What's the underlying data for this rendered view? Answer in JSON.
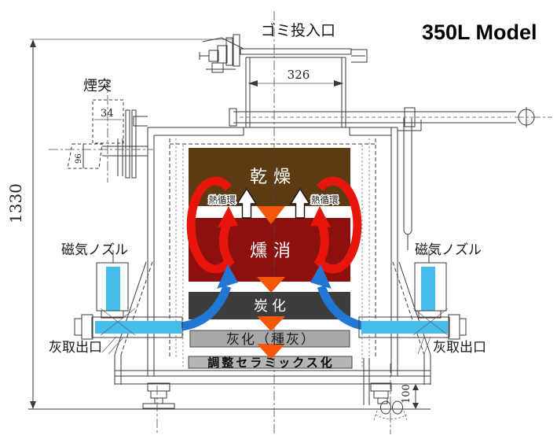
{
  "title": "350L Model",
  "labels": {
    "garbage_inlet": "ゴミ投入口",
    "chimney": "煙突",
    "magnetic_nozzle": "磁気ノズル",
    "ash_outlet": "灰取出口",
    "heat_circulation": "熱循環"
  },
  "dimensions": {
    "overall_height": "1330",
    "inlet_width": "326",
    "chimney_width": "34",
    "chimney_duct": "96",
    "base_height": "100"
  },
  "zones": [
    {
      "name": "drying",
      "label": "乾燥",
      "color": "#5c3b12",
      "text_color": "#ffffff"
    },
    {
      "name": "smoldering",
      "label": "燻消",
      "color": "#8c100e",
      "text_color": "#ffffff"
    },
    {
      "name": "carbonization",
      "label": "炭化",
      "color": "#3d3d3d",
      "text_color": "#ffffff"
    },
    {
      "name": "ashing",
      "label": "灰化（種灰）",
      "color": "#a8a8a8",
      "text_color": "#1a1a1a"
    },
    {
      "name": "ceramic",
      "label": "調整セラミックス化",
      "color": "#b5b5b5",
      "text_color": "#0a0a0a"
    }
  ],
  "colors": {
    "heat_arrow": "#e8150d",
    "down_arrow": "#f4560a",
    "air_arrow": "#2277d4",
    "nozzle_pipe": "#45bce9",
    "line": "#3a3a3a"
  }
}
